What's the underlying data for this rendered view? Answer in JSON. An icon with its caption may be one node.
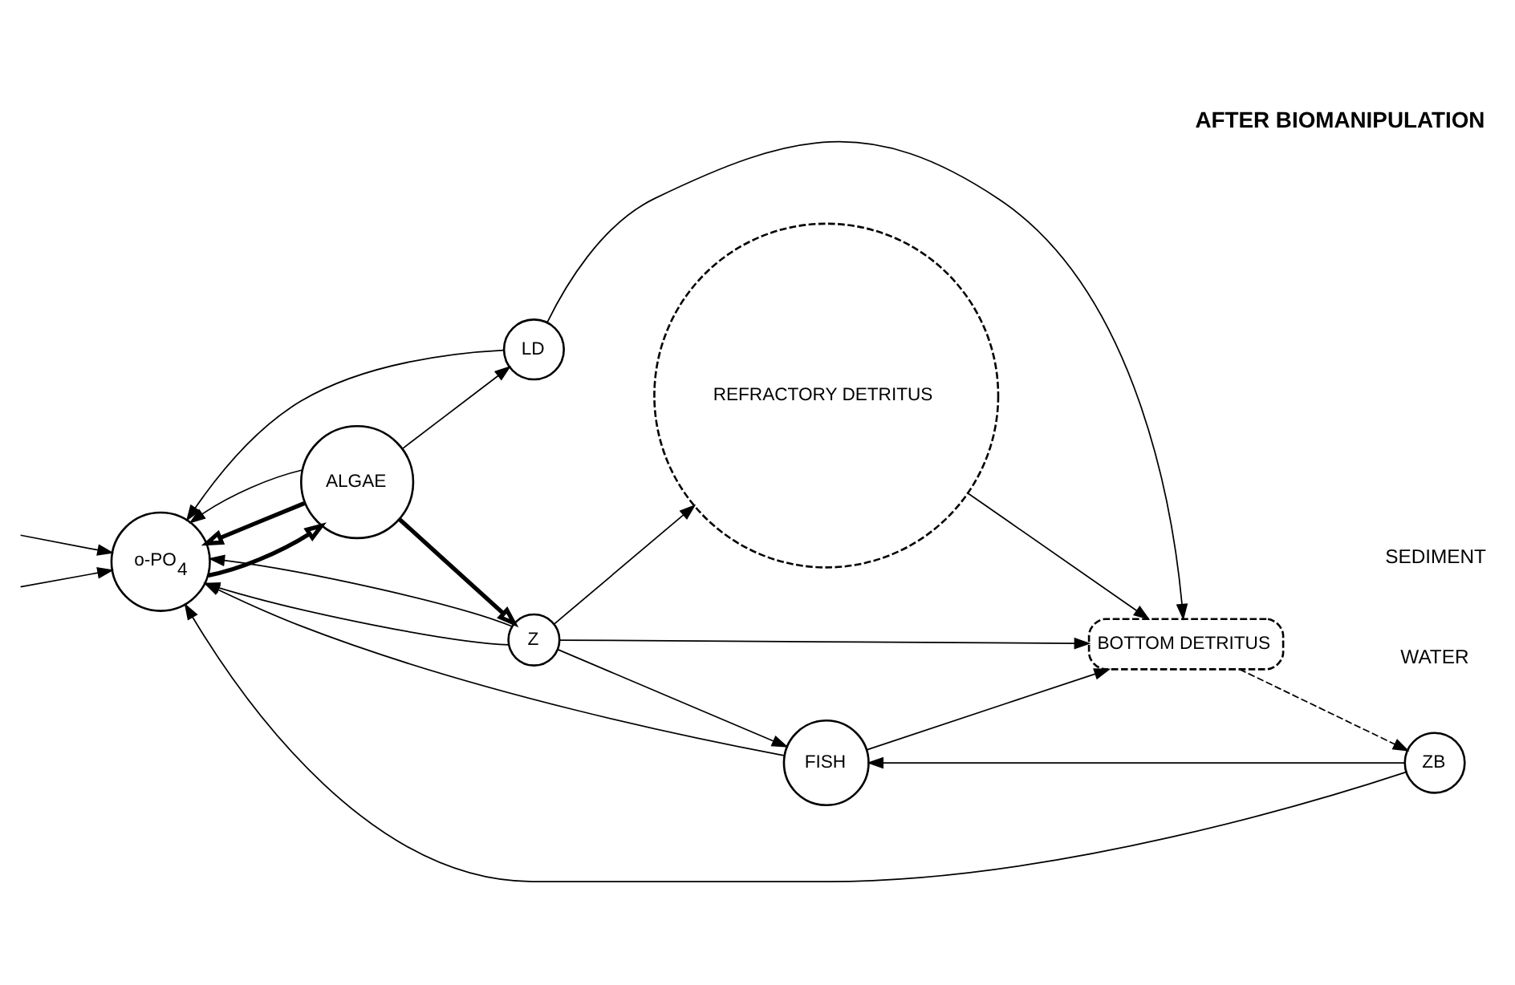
{
  "diagram": {
    "title": "AFTER BIOMANIPULATION",
    "nodes": [
      {
        "text": [
          "o-PO$_{4}$"
        ]
      },
      {
        "text": [
          "ALGAE"
        ]
      },
      {
        "text": [
          "Z"
        ]
      },
      {
        "text": [
          "FISH"
        ]
      },
      {
        "text": [
          "LD"
        ]
      },
      {
        "text": [
          "REFRACTORY DETRITUS"
        ]
      },
      {
        "text": [
          "BOTTOM DETRITUS"
        ]
      },
      {
        "text": [
          "ZB"
        ]
      }
    ],
    "edges": [
      {
        "from": null,
        "to": 0,
        "arrow": "to"
      },
      {
        "from": 0,
        "to": 1,
        "arrow": "to",
        "style": "thick"
      },
      {
        "from": 1,
        "to": 0,
        "arrow": "to",
        "style": "thick"
      },
      {
        "from": 1,
        "to": 2,
        "arrow": "to",
        "style": "thick"
      },
      {
        "from": 1,
        "to": 4,
        "arrow": "to"
      },
      {
        "from": 1,
        "to": 0,
        "arrow": "to"
      },
      {
        "from": 2,
        "to": 0,
        "arrow": "to"
      },
      {
        "from": 2,
        "to": 5,
        "arrow": "to"
      },
      {
        "from": 4,
        "to": 0,
        "arrow": "to"
      },
      {
        "from": 2,
        "to": 0,
        "arrow": "to"
      },
      {
        "from": 3,
        "to": 0,
        "arrow": "to"
      },
      {
        "from": 7,
        "to": 0,
        "arrow": "to"
      },
      {
        "from": 7,
        "to": 3,
        "arrow": "to"
      },
      {
        "from": 2,
        "to": 3,
        "arrow": "to"
      },
      {
        "from": 2,
        "to": 6,
        "arrow": "to"
      },
      {
        "from": 3,
        "to": 6,
        "arrow": "to"
      },
      {
        "from": 4,
        "to": 6,
        "arrow": "to"
      },
      {
        "from": 5,
        "to": 6,
        "arrow": "to"
      },
      {
        "from": 6,
        "to": 7,
        "arrow": "to",
        "style": "dashed"
      },
      {
        "from": null,
        "to": 0,
        "arrow": "to"
      }
    ],
    "labels": [
      "WATER",
      "SEDIMENT"
    ]
  }
}
